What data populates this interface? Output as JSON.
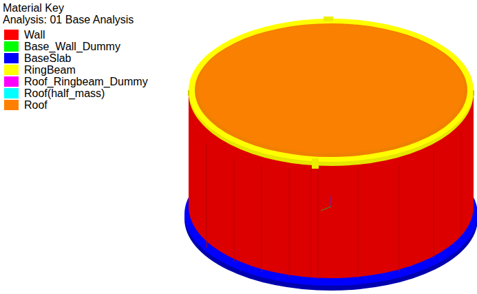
{
  "diagram": {
    "title": "Material Key",
    "labels": [
      "Analysis: 01 Base Analysis"
    ],
    "legend": [
      {
        "text": "Wall",
        "color": "#ff0000"
      },
      {
        "text": "Base_Wall_Dummy",
        "color": "#00ff00"
      },
      {
        "text": "BaseSlab",
        "color": "#0000ff"
      },
      {
        "text": "RingBeam",
        "color": "#ffff00"
      },
      {
        "text": "Roof_Ringbeam_Dummy",
        "color": "#ff00ff"
      },
      {
        "text": "Roof(half_mass)",
        "color": "#00ffff"
      },
      {
        "text": "Roof",
        "color": "#ff8000"
      }
    ]
  }
}
